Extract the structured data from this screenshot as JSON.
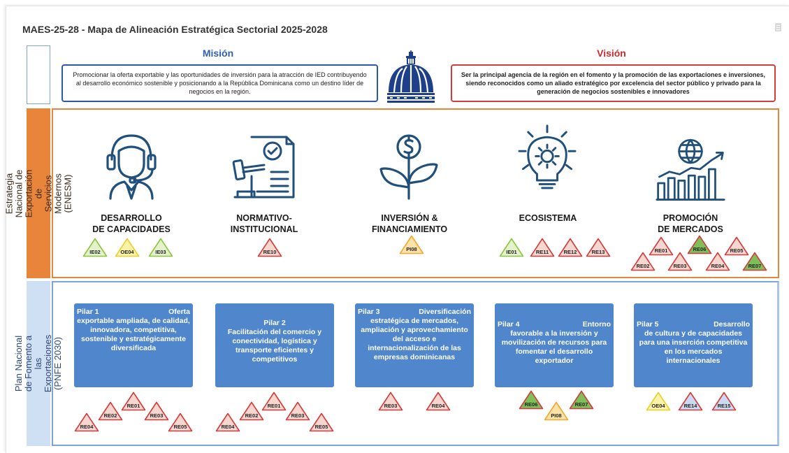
{
  "header": {
    "title": "MAES-25-28 - Mapa de Alineación Estratégica Sectorial 2025-2028"
  },
  "mission": {
    "title": "Misión",
    "text": "Promocionar la oferta exportable y las oportunidades de inversión para la atracción de IED contribuyendo al desarrollo económico sostenible y posicionando a la República Dominicana como un destino líder de negocios en la región."
  },
  "vision": {
    "title": "Visión",
    "text": "Ser la principal agencia de la región en el fomento y la promoción de las exportaciones e inversiones, siendo reconocidos como un aliado estratégico por excelencia del sector público y privado para la generación de negocios sostenibles e innovadores"
  },
  "enesm": {
    "label": "Estrategia Nacional de Exportación de Servicios Modernos (ENESM)",
    "categories": [
      {
        "line1": "DESARROLLO",
        "line2": "DE CAPACIDADES",
        "icon": "headset-agent-icon"
      },
      {
        "line1": "NORMATIVO-",
        "line2": "INSTITUCIONAL",
        "icon": "gavel-document-icon"
      },
      {
        "line1": "INVERSIÓN &",
        "line2": "FINANCIAMIENTO",
        "icon": "money-plant-icon"
      },
      {
        "line1": "ECOSISTEMA",
        "line2": "",
        "icon": "lightbulb-gear-icon"
      },
      {
        "line1": "PROMOCIÓN",
        "line2": "DE MERCADOS",
        "icon": "globe-growth-chart-icon"
      }
    ]
  },
  "pnfe": {
    "label": "Plan Nacional de Fomento a las Exportaciones (PNFE 2030)",
    "pillars": [
      {
        "num": "Pilar 1",
        "head": "Oferta",
        "body": "exportable ampliada, de calidad, innovadora, competitiva, sostenible y estratégicamente diversificada"
      },
      {
        "num": "Pilar 2",
        "head": "",
        "body": "Facilitación del comercio y conectividad, logística y transporte eficientes y competitivos"
      },
      {
        "num": "Pilar 3",
        "head": "Diversificación",
        "body": "estratégica de mercados, ampliación y aprovechamiento del acceso e internacionalización de las empresas dominicanas"
      },
      {
        "num": "Pilar 4",
        "head": "Entorno",
        "body": "favorable a la inversión y movilización de recursos para fomentar el desarrollo exportador"
      },
      {
        "num": "Pilar 5",
        "head": "Desarrollo",
        "body": "de cultura y de capacidades para una inserción competitiva en los mercados internacionales"
      }
    ]
  },
  "tags": {
    "cat1": [
      "IE02",
      "OE04",
      "IE03"
    ],
    "cat2": [
      "RE10"
    ],
    "cat3": [
      "PI08"
    ],
    "cat4": [
      "IE01",
      "RE11",
      "RE12",
      "RE13"
    ],
    "cat5": [
      "RE01",
      "RE06",
      "RE05",
      "RE02",
      "RE03",
      "RE04",
      "RE07"
    ],
    "p1": [
      "RE01",
      "RE02",
      "RE03",
      "RE04",
      "RE05"
    ],
    "p2": [
      "RE01",
      "RE02",
      "RE03",
      "RE04",
      "RE05"
    ],
    "p3": [
      "RE03",
      "RE04"
    ],
    "p4": [
      "RE06",
      "RE07",
      "PI08"
    ],
    "p5": [
      "OE04",
      "RE14",
      "RE15"
    ]
  },
  "colors": {
    "ie_fill": "#e4f2cc",
    "ie_stroke": "#8cc63f",
    "oe_fill": "#fcf3a8",
    "oe_stroke": "#e8d02c",
    "re_fill": "#f7d6cf",
    "re_stroke": "#d33b3b",
    "re_green_fill": "#7fbf5a",
    "re_blue_fill": "#cbdaf0",
    "pi_fill": "#fde2a8",
    "pi_stroke": "#f0a830",
    "pillar": "#4f86cc",
    "enesm": "#e9853a",
    "pnfe": "#7ba6d6",
    "mission": "#2c5aa8",
    "vision": "#d43b3b",
    "icon": "#1f4f7a"
  }
}
